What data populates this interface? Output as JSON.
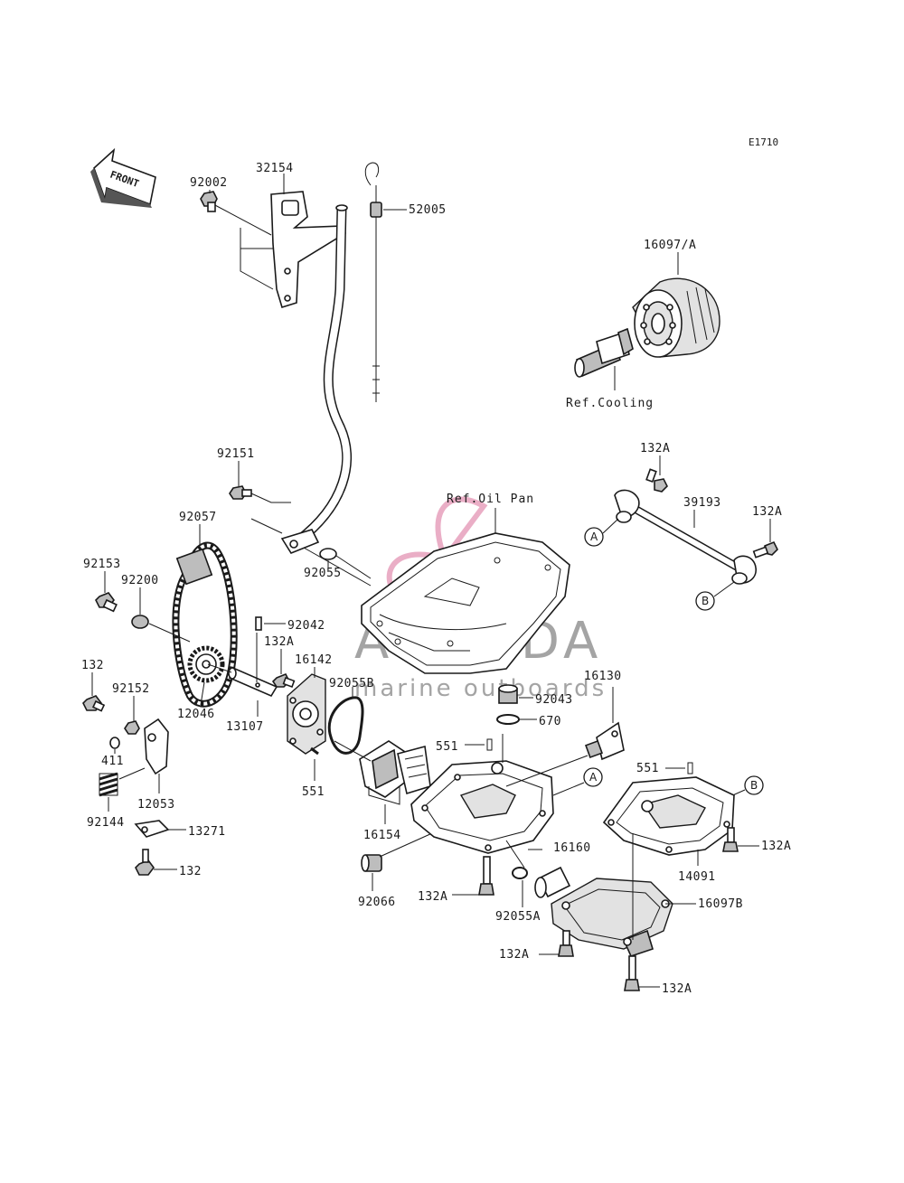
{
  "diagram_code": "E1710",
  "front_arrow_label": "FRONT",
  "references": {
    "oil_pan": "Ref.Oil Pan",
    "cooling": "Ref.Cooling"
  },
  "watermark": {
    "brand": "ARMADA",
    "tagline": "marine outboards",
    "brand_color": "#e8a6c0"
  },
  "circle_markers": [
    "A",
    "B",
    "A",
    "B"
  ],
  "part_labels": [
    "32154",
    "92002",
    "52005",
    "16097/A",
    "92151",
    "92057",
    "92153",
    "92200",
    "92055",
    "92042",
    "132A",
    "16142",
    "132",
    "92152",
    "12046",
    "13107",
    "92055B",
    "16130",
    "92043",
    "670",
    "411",
    "551",
    "551",
    "12053",
    "92144",
    "16154",
    "16160",
    "13271",
    "132",
    "92066",
    "132A",
    "92055A",
    "132A",
    "39193",
    "132A",
    "551",
    "132A",
    "14091",
    "16097B",
    "132A",
    "132A"
  ]
}
